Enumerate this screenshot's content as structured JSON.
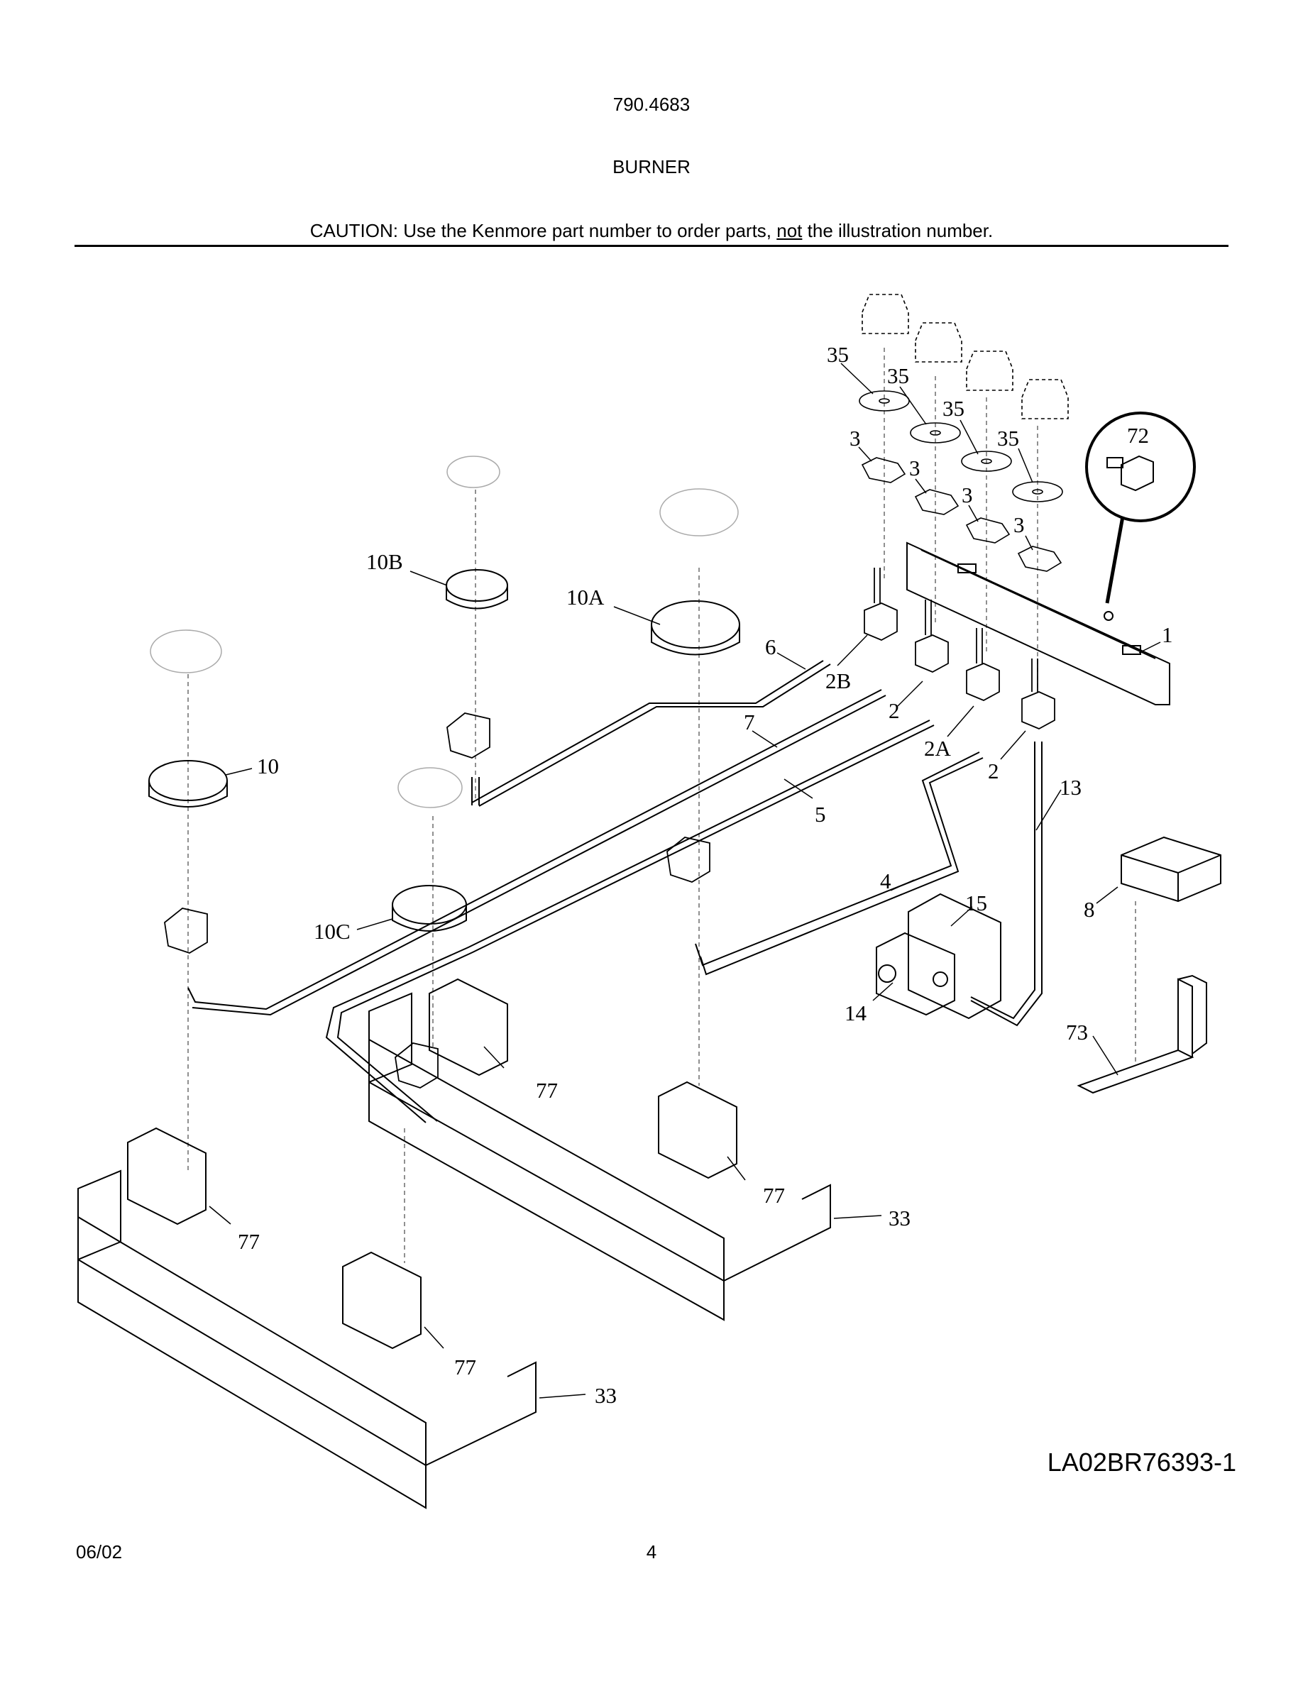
{
  "header": {
    "model": "790.4683",
    "section": "BURNER",
    "caution_before": "CAUTION: Use the Kenmore part number to order parts, ",
    "caution_underlined": "not",
    "caution_after": " the illustration number."
  },
  "callouts": [
    {
      "id": "c35a",
      "text": "35"
    },
    {
      "id": "c35b",
      "text": "35"
    },
    {
      "id": "c35c",
      "text": "35"
    },
    {
      "id": "c35d",
      "text": "35"
    },
    {
      "id": "c3a",
      "text": "3"
    },
    {
      "id": "c3b",
      "text": "3"
    },
    {
      "id": "c3c",
      "text": "3"
    },
    {
      "id": "c3d",
      "text": "3"
    },
    {
      "id": "c72",
      "text": "72"
    },
    {
      "id": "c1",
      "text": "1"
    },
    {
      "id": "c10b",
      "text": "10B"
    },
    {
      "id": "c10a",
      "text": "10A"
    },
    {
      "id": "c10",
      "text": "10"
    },
    {
      "id": "c10c",
      "text": "10C"
    },
    {
      "id": "c6",
      "text": "6"
    },
    {
      "id": "c2b",
      "text": "2B"
    },
    {
      "id": "c7",
      "text": "7"
    },
    {
      "id": "c2a",
      "text": "2"
    },
    {
      "id": "c2A",
      "text": "2A"
    },
    {
      "id": "c2c",
      "text": "2"
    },
    {
      "id": "c5",
      "text": "5"
    },
    {
      "id": "c13",
      "text": "13"
    },
    {
      "id": "c4",
      "text": "4"
    },
    {
      "id": "c15",
      "text": "15"
    },
    {
      "id": "c8",
      "text": "8"
    },
    {
      "id": "c14",
      "text": "14"
    },
    {
      "id": "c73",
      "text": "73"
    },
    {
      "id": "c77a",
      "text": "77"
    },
    {
      "id": "c77b",
      "text": "77"
    },
    {
      "id": "c77c",
      "text": "77"
    },
    {
      "id": "c77d",
      "text": "77"
    },
    {
      "id": "c33a",
      "text": "33"
    },
    {
      "id": "c33b",
      "text": "33"
    }
  ],
  "footer": {
    "drawing_id": "LA02BR76393-1",
    "date": "06/02",
    "page": "4"
  }
}
